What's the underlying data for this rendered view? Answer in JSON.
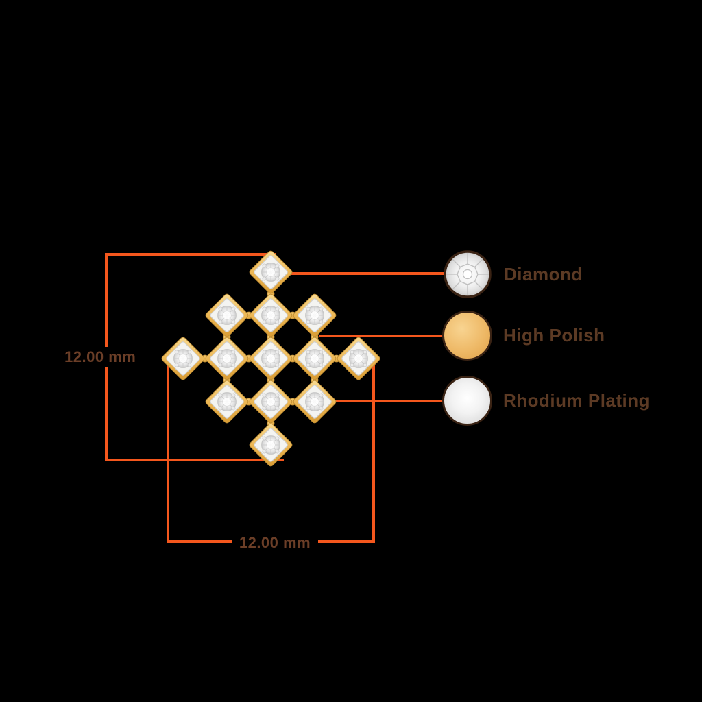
{
  "legend": {
    "items": [
      {
        "label": "Diamond",
        "icon": "diamond-swatch-icon"
      },
      {
        "label": "High Polish",
        "icon": "gold-swatch-icon"
      },
      {
        "label": "Rhodium Plating",
        "icon": "silver-swatch-icon"
      }
    ]
  },
  "dimensions": {
    "height_label": "12.00 mm",
    "width_label": "12.00 mm"
  },
  "colors": {
    "accent_orange": "#F4571D",
    "text_brown": "#5C3A24",
    "dimension_text_brown": "#6B3E27",
    "gold": "#ECB755",
    "rhodium_silver": "#DCDCDC",
    "diamond_white": "#F2F2F2",
    "swatch_ring_brown": "#3A2314",
    "background": "#000000"
  }
}
